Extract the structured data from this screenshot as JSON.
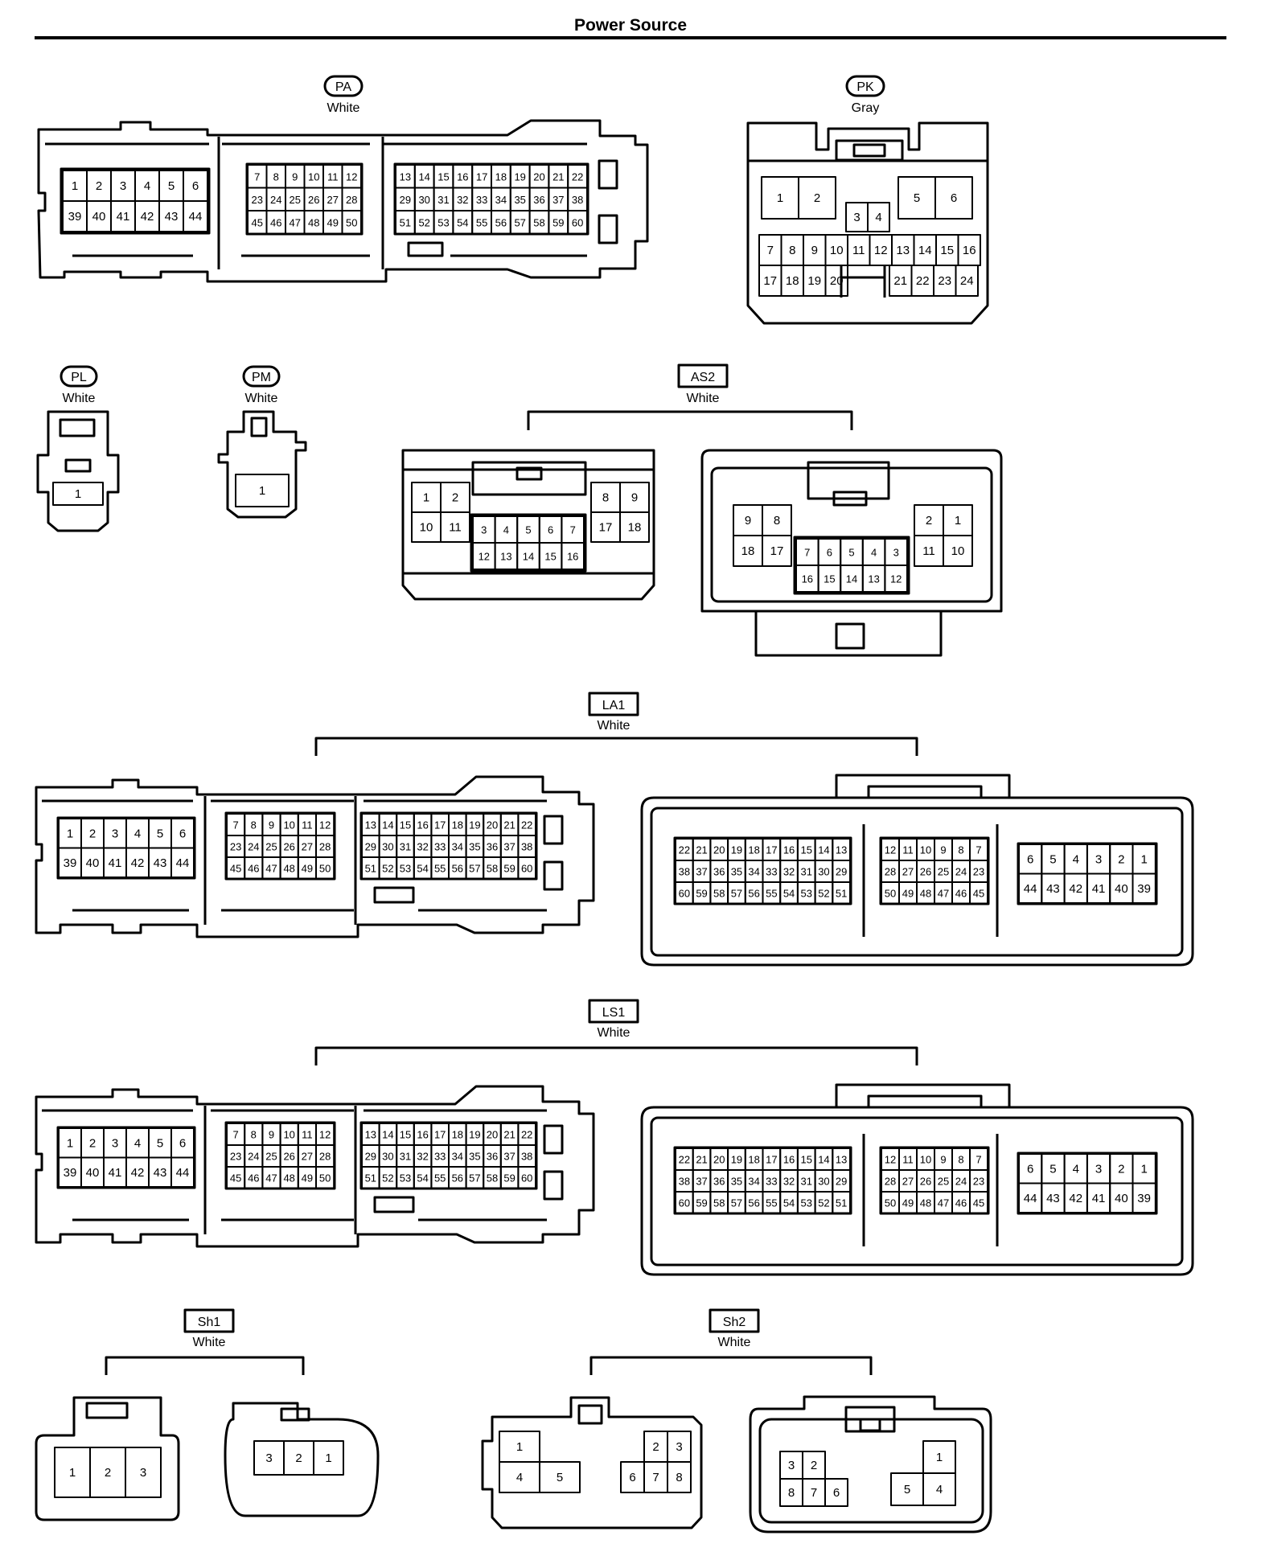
{
  "page": {
    "title": "Power Source"
  },
  "connectors": {
    "PA": {
      "code": "PA",
      "color": "White",
      "pins": [
        "1",
        "2",
        "3",
        "4",
        "5",
        "6",
        "39",
        "40",
        "41",
        "42",
        "43",
        "44",
        "7",
        "8",
        "9",
        "10",
        "11",
        "12",
        "23",
        "24",
        "25",
        "26",
        "27",
        "28",
        "45",
        "46",
        "47",
        "48",
        "49",
        "50",
        "13",
        "14",
        "15",
        "16",
        "17",
        "18",
        "19",
        "20",
        "21",
        "22",
        "29",
        "30",
        "31",
        "32",
        "33",
        "34",
        "35",
        "36",
        "37",
        "38",
        "51",
        "52",
        "53",
        "54",
        "55",
        "56",
        "57",
        "58",
        "59",
        "60"
      ]
    },
    "PK": {
      "code": "PK",
      "color": "Gray",
      "pins": [
        "1",
        "2",
        "3",
        "4",
        "5",
        "6",
        "7",
        "8",
        "9",
        "10",
        "11",
        "12",
        "13",
        "14",
        "15",
        "16",
        "17",
        "18",
        "19",
        "20",
        "21",
        "22",
        "23",
        "24"
      ]
    },
    "PL": {
      "code": "PL",
      "color": "White",
      "pins": [
        "1"
      ]
    },
    "PM": {
      "code": "PM",
      "color": "White",
      "pins": [
        "1"
      ]
    },
    "AS2": {
      "code": "AS2",
      "color": "White",
      "pins_a": [
        "1",
        "2",
        "10",
        "11",
        "3",
        "4",
        "5",
        "6",
        "7",
        "12",
        "13",
        "14",
        "15",
        "16",
        "8",
        "9",
        "17",
        "18"
      ],
      "pins_b": [
        "9",
        "8",
        "18",
        "17",
        "7",
        "6",
        "5",
        "4",
        "3",
        "16",
        "15",
        "14",
        "13",
        "12",
        "2",
        "1",
        "11",
        "10"
      ]
    },
    "LA1": {
      "code": "LA1",
      "color": "White",
      "pins_a": [
        "1",
        "2",
        "3",
        "4",
        "5",
        "6",
        "39",
        "40",
        "41",
        "42",
        "43",
        "44",
        "7",
        "8",
        "9",
        "10",
        "11",
        "12",
        "23",
        "24",
        "25",
        "26",
        "27",
        "28",
        "45",
        "46",
        "47",
        "48",
        "49",
        "50",
        "13",
        "14",
        "15",
        "16",
        "17",
        "18",
        "19",
        "20",
        "21",
        "22",
        "29",
        "30",
        "31",
        "32",
        "33",
        "34",
        "35",
        "36",
        "37",
        "38",
        "51",
        "52",
        "53",
        "54",
        "55",
        "56",
        "57",
        "58",
        "59",
        "60"
      ],
      "pins_b": [
        "22",
        "21",
        "20",
        "19",
        "18",
        "17",
        "16",
        "15",
        "14",
        "13",
        "38",
        "37",
        "36",
        "35",
        "34",
        "33",
        "32",
        "31",
        "30",
        "29",
        "60",
        "59",
        "58",
        "57",
        "56",
        "55",
        "54",
        "53",
        "52",
        "51",
        "12",
        "11",
        "10",
        "9",
        "8",
        "7",
        "28",
        "27",
        "26",
        "25",
        "24",
        "23",
        "50",
        "49",
        "48",
        "47",
        "46",
        "45",
        "6",
        "5",
        "4",
        "3",
        "2",
        "1",
        "44",
        "43",
        "42",
        "41",
        "40",
        "39"
      ]
    },
    "LS1": {
      "code": "LS1",
      "color": "White",
      "pins_a": [
        "1",
        "2",
        "3",
        "4",
        "5",
        "6",
        "39",
        "40",
        "41",
        "42",
        "43",
        "44",
        "7",
        "8",
        "9",
        "10",
        "11",
        "12",
        "23",
        "24",
        "25",
        "26",
        "27",
        "28",
        "45",
        "46",
        "47",
        "48",
        "49",
        "50",
        "13",
        "14",
        "15",
        "16",
        "17",
        "18",
        "19",
        "20",
        "21",
        "22",
        "29",
        "30",
        "31",
        "32",
        "33",
        "34",
        "35",
        "36",
        "37",
        "38",
        "51",
        "52",
        "53",
        "54",
        "55",
        "56",
        "57",
        "58",
        "59",
        "60"
      ],
      "pins_b": [
        "22",
        "21",
        "20",
        "19",
        "18",
        "17",
        "16",
        "15",
        "14",
        "13",
        "38",
        "37",
        "36",
        "35",
        "34",
        "33",
        "32",
        "31",
        "30",
        "29",
        "60",
        "59",
        "58",
        "57",
        "56",
        "55",
        "54",
        "53",
        "52",
        "51",
        "12",
        "11",
        "10",
        "9",
        "8",
        "7",
        "28",
        "27",
        "26",
        "25",
        "24",
        "23",
        "50",
        "49",
        "48",
        "47",
        "46",
        "45",
        "6",
        "5",
        "4",
        "3",
        "2",
        "1",
        "44",
        "43",
        "42",
        "41",
        "40",
        "39"
      ]
    },
    "Sh1": {
      "code": "Sh1",
      "color": "White",
      "pins_a": [
        "1",
        "2",
        "3"
      ],
      "pins_b": [
        "3",
        "2",
        "1"
      ]
    },
    "Sh2": {
      "code": "Sh2",
      "color": "White",
      "pins_a": [
        "1",
        "4",
        "5",
        "2",
        "3",
        "6",
        "7",
        "8"
      ],
      "pins_b": [
        "3",
        "2",
        "8",
        "7",
        "6",
        "1",
        "5",
        "4"
      ]
    }
  }
}
